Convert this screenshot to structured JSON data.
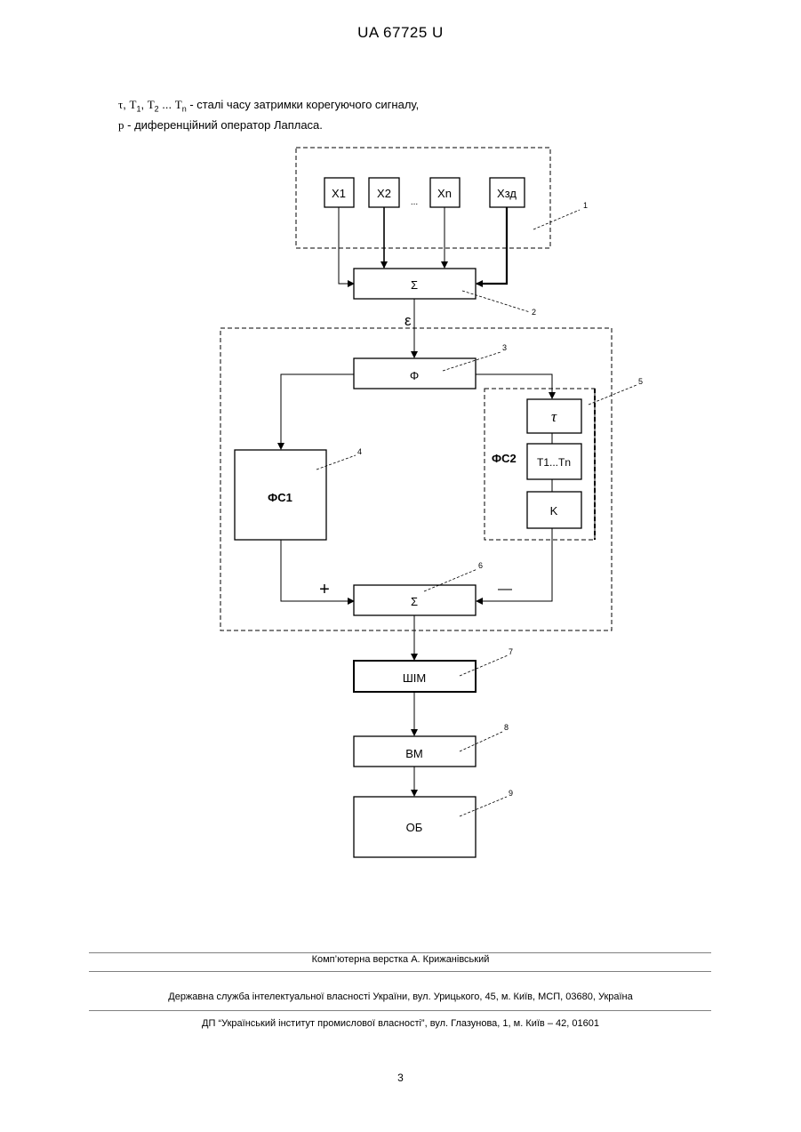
{
  "header": {
    "doc_id": "UA   67725   U"
  },
  "legend": {
    "line1_symbols": [
      "τ",
      "T",
      "1",
      "T",
      "2",
      "T",
      "n"
    ],
    "line1_sep": ",",
    "line1_dots": "...",
    "line1_text": "- сталі часу затримки корегуючого сигналу,",
    "line2_symbol": "p",
    "line2_text": "- диференційний оператор Лапласа."
  },
  "diagram": {
    "inputs": [
      "X1",
      "X2",
      "Xn",
      "Xзд"
    ],
    "inputs_dots": "...",
    "sum_top": "Σ",
    "epsilon": "ε",
    "phi": "Φ",
    "fs1": "ФС1",
    "fs2": "ФС2",
    "tau": "τ",
    "t_chain": "T1...Tn",
    "k": "K",
    "sum_bottom": "Σ",
    "plus": "+",
    "minus": "—",
    "shim": "ШІМ",
    "vm": "ВМ",
    "ob": "ОБ",
    "callouts": [
      "1",
      "2",
      "3",
      "4",
      "5",
      "6",
      "7",
      "8",
      "9"
    ]
  },
  "footer": {
    "line1": "Комп’ютерна верстка А. Крижанівський",
    "line2": "Державна служба інтелектуальної власності України, вул. Урицького, 45, м. Київ, МСП, 03680, Україна",
    "line3": "ДП “Український інститут промислової власності”, вул. Глазунова, 1, м. Київ – 42, 01601"
  },
  "page_number": "3"
}
